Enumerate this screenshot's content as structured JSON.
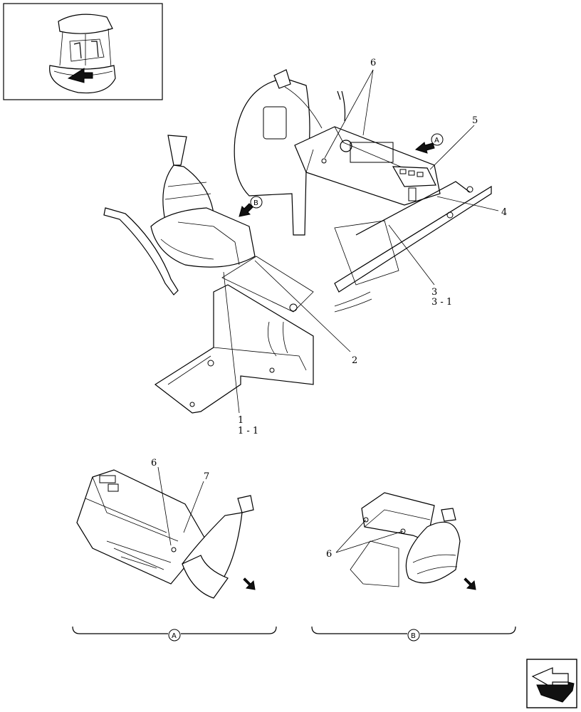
{
  "callouts": {
    "c1": "1",
    "c1_1": "1 - 1",
    "c2": "2",
    "c3": "3",
    "c3_1": "3 - 1",
    "c4": "4",
    "c5": "5",
    "c6_main": "6",
    "c6_detail_a": "6",
    "c7": "7",
    "c6_detail_b": "6"
  },
  "view_refs": {
    "a_arrow": "A",
    "b_arrow": "B",
    "a_bracket": "A",
    "b_bracket": "B"
  },
  "icons": {
    "locator": "machine-locator-thumbnail",
    "nav": "next-page-arrow-icon"
  },
  "colors": {
    "line": "#000000",
    "background": "#ffffff",
    "arrow_fill": "#111111"
  }
}
